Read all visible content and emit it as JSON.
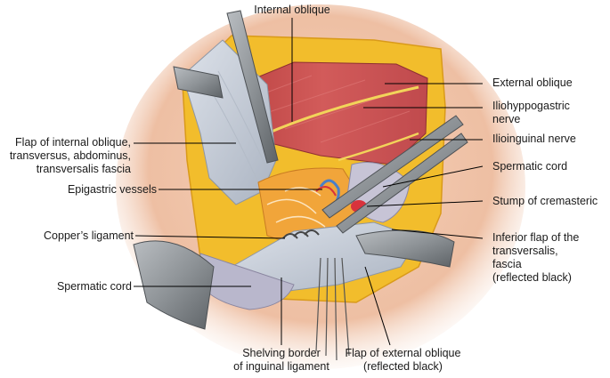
{
  "labels": {
    "internal_oblique": "Internal oblique",
    "external_oblique": "External oblique",
    "iliohypogastric": "Iliohyppogastric\nnerve",
    "flap_internal_oblique": "Flap of internal oblique,\ntransversus, abdominus,\ntransversalis fascia",
    "ilioinguinal": "Ilioinguinal nerve",
    "spermatic_cord_right": "Spermatic cord",
    "epigastric_vessels": "Epigastric vessels",
    "stump_cremasteric": "Stump of cremasteric",
    "coppers_ligament": "Copper’s ligament",
    "inferior_flap": "Inferior flap of the\ntransversalis,\nfascia\n(reflected black)",
    "spermatic_cord_left": "Spermatic cord",
    "shelving_border": "Shelving border\nof inguinal ligament",
    "flap_external_oblique": "Flap of external oblique\n(reflected black)"
  },
  "colors": {
    "skin": "#f0c4a8",
    "fat": "#f3c02a",
    "muscle": "#c84c52",
    "fascia": "#c9d0da",
    "nerve": "#f2d45a",
    "vessel_blue": "#4a7fc8",
    "vessel_red": "#d8333c",
    "instrument": "#7d8185",
    "leader": "#000000"
  }
}
